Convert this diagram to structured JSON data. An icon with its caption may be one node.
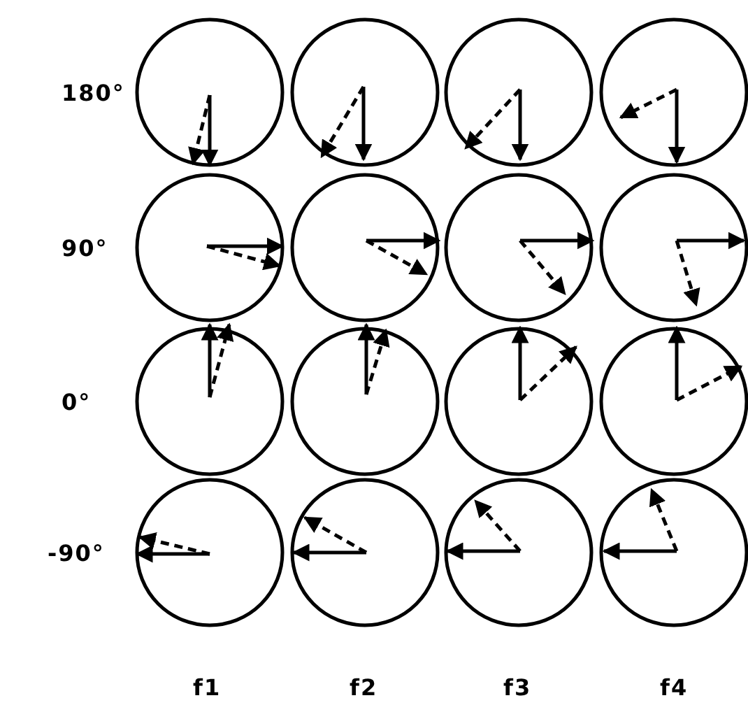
{
  "diagram": {
    "labels": [
      "180°",
      "90°",
      "0°",
      "-90°",
      "f1",
      "f2",
      "f3",
      "f4"
    ]
  }
}
